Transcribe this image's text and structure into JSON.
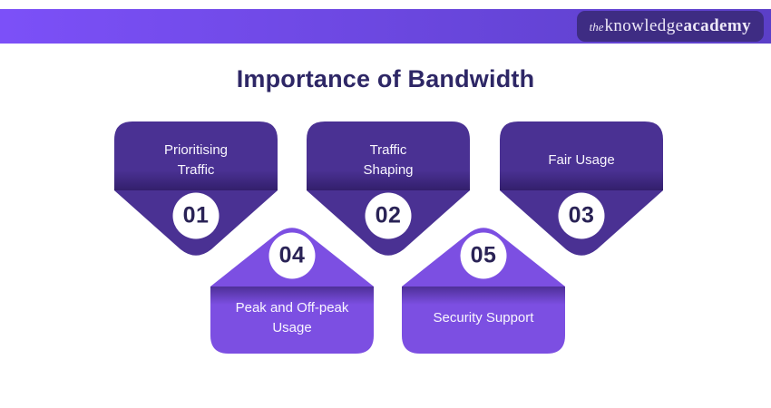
{
  "header": {
    "logo_prefix": "the",
    "logo_word1": "knowledge",
    "logo_word2": "academy"
  },
  "title": "Importance of Bandwidth",
  "colors": {
    "bar-start": "#7C50F8",
    "bar-end": "#5B3FC8",
    "logo-pill": "#3E2C83",
    "logo-text": "#EDE8F8",
    "title-text": "#2E2766",
    "card-dark": "#4A3193",
    "card-light": "#7C4FE2",
    "card-label": "#F8F6FE",
    "number-text": "#2A2356",
    "circle-fill": "#FFFFFF"
  },
  "cards": [
    {
      "number": "01",
      "line1": "Prioritising",
      "line2": "Traffic"
    },
    {
      "number": "02",
      "line1": "Traffic",
      "line2": "Shaping"
    },
    {
      "number": "03",
      "line1": "Fair Usage",
      "line2": ""
    },
    {
      "number": "04",
      "line1": "Peak and Off-peak",
      "line2": "Usage"
    },
    {
      "number": "05",
      "line1": "Security Support",
      "line2": ""
    }
  ]
}
